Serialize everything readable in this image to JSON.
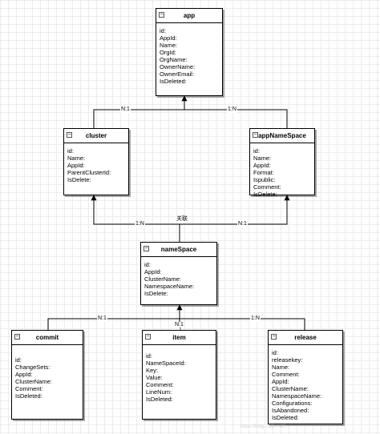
{
  "entities": {
    "app": {
      "title": "app",
      "fields": [
        "id:",
        "AppId:",
        "Name:",
        "OrgId:",
        "OrgName:",
        "OwnerName:",
        "OwnerEmail:",
        "IsDeleted:"
      ]
    },
    "cluster": {
      "title": "cluster",
      "fields": [
        "id:",
        "Name:",
        "AppId:",
        "ParentClusterId:",
        "IsDelete:"
      ]
    },
    "appNameSpace": {
      "title": "appNameSpace",
      "fields": [
        "id:",
        "Name:",
        "AppId:",
        "Format:",
        "Ispublic:",
        "Comment:",
        "IsDelete:"
      ]
    },
    "nameSpace": {
      "title": "nameSpace",
      "fields": [
        "id:",
        "AppId:",
        "ClusterName:",
        "NamespaceName:",
        "IsDelete:"
      ]
    },
    "commit": {
      "title": "commit",
      "fields": [
        "id:",
        "ChangeSets:",
        "AppId:",
        "ClusterName:",
        "Comment:",
        "IsDeleted:"
      ]
    },
    "item": {
      "title": "item",
      "fields": [
        "id:",
        "NameSpaceId:",
        "Key:",
        "Value:",
        "Comment:",
        "LineNum:",
        "IsDeleted:"
      ]
    },
    "release": {
      "title": "release",
      "fields": [
        "id:",
        "releasekey:",
        "Name:",
        "Comment:",
        "AppId:",
        "ClusterName:",
        "NamespaceName:",
        "Configurations:",
        "IsAbandoned:",
        "IsDeleted:"
      ]
    }
  },
  "collapse_symbol": "−",
  "relations": {
    "cluster_app": "N:1",
    "appns_app": "1:N",
    "ns_cluster": "1:N",
    "ns_appns": "N:1",
    "ns_link_label": "关联",
    "commit_ns": "N:1",
    "item_ns": "N:1",
    "item_ns_extra": "1",
    "release_ns": "1:N"
  },
  "watermark": "https://blog.csdn.net/..."
}
